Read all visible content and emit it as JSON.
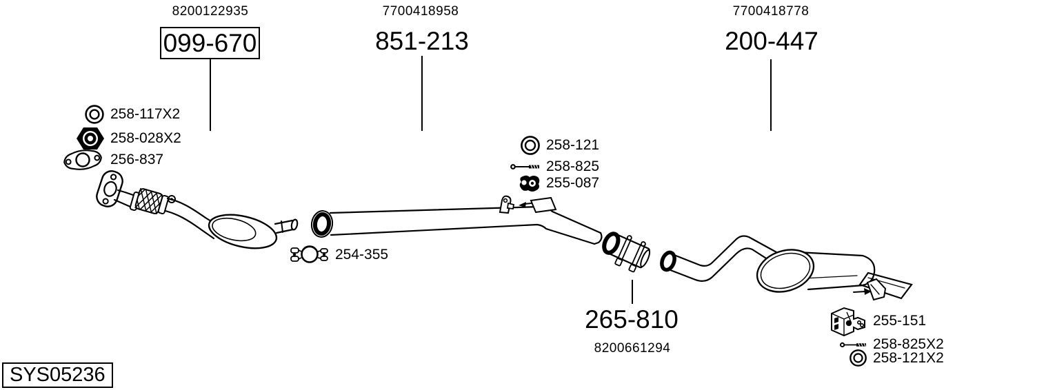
{
  "colors": {
    "ink": "#000000",
    "paper": "#ffffff"
  },
  "assemblies": {
    "front": {
      "oe_number": "8200122935",
      "part_number": "099-670"
    },
    "center": {
      "oe_number": "7700418958",
      "part_number": "851-213"
    },
    "rear": {
      "oe_number": "7700418778",
      "part_number": "200-447"
    },
    "connector": {
      "oe_number": "8200661294",
      "part_number": "265-810"
    }
  },
  "fitting_kits": {
    "front": [
      {
        "icon": "washer-icon",
        "part_number": "258-117X2"
      },
      {
        "icon": "nut-icon",
        "part_number": "258-028X2"
      },
      {
        "icon": "flange-gasket-icon",
        "part_number": "256-837"
      }
    ],
    "center_clamp": [
      {
        "icon": "pipe-clamp-icon",
        "part_number": "254-355"
      }
    ],
    "center": [
      {
        "icon": "ring-gasket-icon",
        "part_number": "258-121"
      },
      {
        "icon": "bolt-icon",
        "part_number": "258-825"
      },
      {
        "icon": "rubber-mount-icon",
        "part_number": "255-087"
      }
    ],
    "rear": [
      {
        "icon": "hanger-bracket-icon",
        "part_number": "255-151"
      },
      {
        "icon": "bolt-icon",
        "part_number": "258-825X2"
      },
      {
        "icon": "ring-gasket-icon",
        "part_number": "258-121X2"
      }
    ]
  },
  "footer": {
    "drawing_code": "SYS05236"
  }
}
